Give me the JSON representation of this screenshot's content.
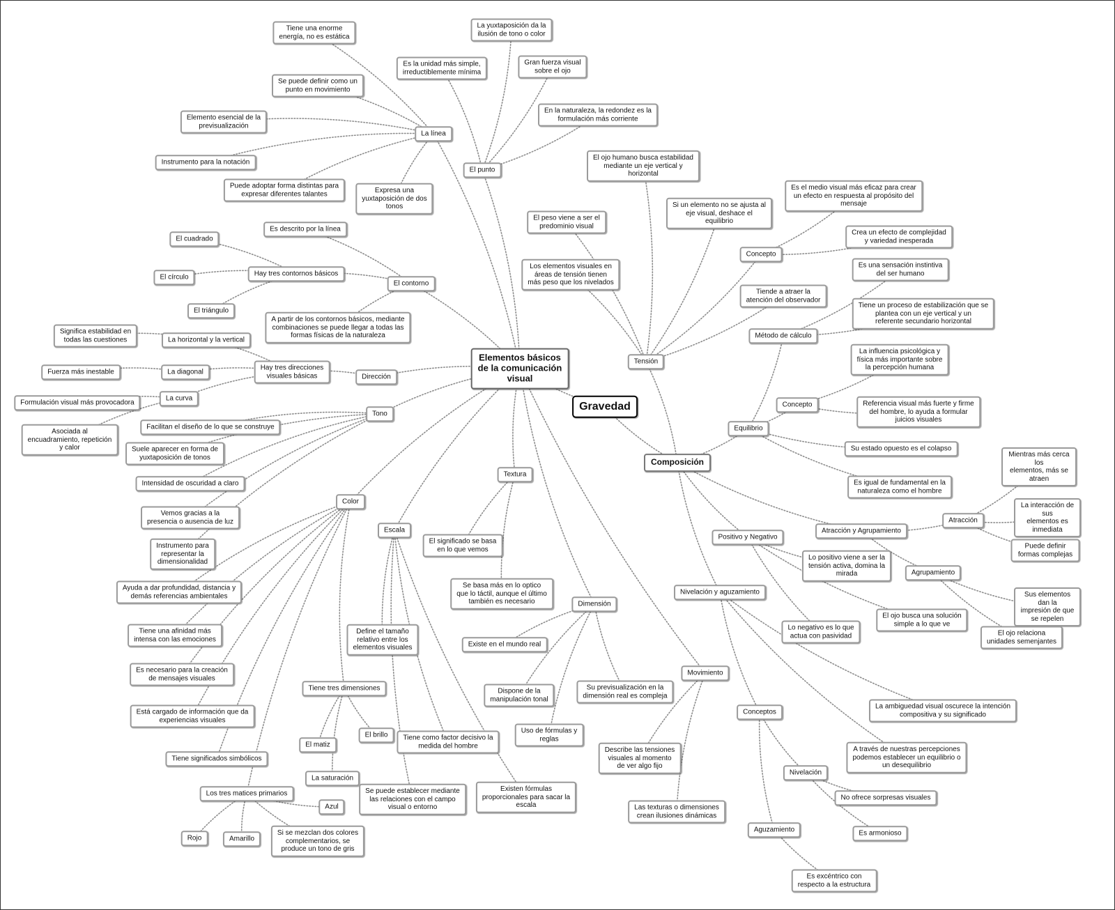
{
  "diagram": {
    "nodes": [
      {
        "id": "center",
        "text": "Elementos básicos\nde la comunicación\nvisual",
        "kind": "center"
      },
      {
        "id": "gravedad",
        "text": "Gravedad",
        "kind": "gravedad"
      },
      {
        "id": "composicion",
        "text": "Composición",
        "kind": "main"
      },
      {
        "id": "linea",
        "text": "La línea"
      },
      {
        "id": "linea_1",
        "text": "Tiene una enorme\nenergía, no es estática"
      },
      {
        "id": "linea_2",
        "text": "Se puede definir como un\npunto en movimiento"
      },
      {
        "id": "linea_3",
        "text": "Elemento esencial de la\nprevisualización"
      },
      {
        "id": "linea_4",
        "text": "Instrumento para la notación"
      },
      {
        "id": "linea_5",
        "text": "Puede adoptar forma distintas para\nexpresar diferentes talantes"
      },
      {
        "id": "linea_6",
        "text": "Expresa una\nyuxtaposición de dos\ntonos"
      },
      {
        "id": "punto",
        "text": "El punto"
      },
      {
        "id": "punto_1",
        "text": "Es la unidad más simple,\nirreductiblemente mínima"
      },
      {
        "id": "punto_2",
        "text": "La yuxtaposición da la\nilusión de tono o color"
      },
      {
        "id": "punto_3",
        "text": "Gran fuerza visual\nsobre el ojo"
      },
      {
        "id": "punto_4",
        "text": "En la naturaleza, la redondez es la\nformulación más corriente"
      },
      {
        "id": "contorno",
        "text": "El contorno"
      },
      {
        "id": "contorno_1",
        "text": "Es descrito por la línea"
      },
      {
        "id": "contornos3",
        "text": "Hay tres contornos básicos"
      },
      {
        "id": "cuadrado",
        "text": "El cuadrado"
      },
      {
        "id": "circulo",
        "text": "El círculo"
      },
      {
        "id": "triangulo",
        "text": "El triángulo"
      },
      {
        "id": "contorno_2",
        "text": "A partir de los contornos básicos, mediante\ncombinaciones se puede llegar a todas las\nformas físicas de la naturaleza"
      },
      {
        "id": "direccion",
        "text": "Dirección"
      },
      {
        "id": "direcciones3",
        "text": "Hay tres direcciones\nvisuales básicas"
      },
      {
        "id": "horizontal",
        "text": "La horizontal y la vertical"
      },
      {
        "id": "horizontal_1",
        "text": "Significa estabilidad en\ntodas las cuestiones"
      },
      {
        "id": "diagonal",
        "text": "La diagonal"
      },
      {
        "id": "diagonal_1",
        "text": "Fuerza más inestable"
      },
      {
        "id": "curva",
        "text": "La curva"
      },
      {
        "id": "curva_1",
        "text": "Formulación visual más provocadora"
      },
      {
        "id": "curva_2",
        "text": "Asociada al\nencuadramiento, repetición\ny calor"
      },
      {
        "id": "tono",
        "text": "Tono"
      },
      {
        "id": "tono_1",
        "text": "Facilitan el diseño de lo que se construye"
      },
      {
        "id": "tono_2",
        "text": "Suele aparecer en forma de\nyuxtaposición de tonos"
      },
      {
        "id": "tono_3",
        "text": "Intensidad de oscuridad a claro"
      },
      {
        "id": "tono_4",
        "text": "Vemos gracias a la\npresencia o ausencia de luz"
      },
      {
        "id": "tono_5",
        "text": "Instrumento para\nrepresentar la\ndimensionalidad"
      },
      {
        "id": "color",
        "text": "Color"
      },
      {
        "id": "color_1",
        "text": "Ayuda a dar profundidad, distancia y\ndemás referencias ambientales"
      },
      {
        "id": "color_2",
        "text": "Tiene una afinidad más\nintensa con las emociones"
      },
      {
        "id": "color_3",
        "text": "Es necesario para la creación\nde mensajes visuales"
      },
      {
        "id": "color_4",
        "text": "Está cargado de información que da\nexperiencias visuales"
      },
      {
        "id": "color_5",
        "text": "Tiene significados simbólicos"
      },
      {
        "id": "dimensiones3",
        "text": "Tiene tres dimensiones"
      },
      {
        "id": "matiz",
        "text": "El matiz"
      },
      {
        "id": "saturacion",
        "text": "La saturación"
      },
      {
        "id": "brillo",
        "text": "El brillo"
      },
      {
        "id": "matices3",
        "text": "Los tres matices primarios"
      },
      {
        "id": "rojo",
        "text": "Rojo"
      },
      {
        "id": "amarillo",
        "text": "Amarillo"
      },
      {
        "id": "azul",
        "text": "Azul"
      },
      {
        "id": "matices_1",
        "text": "Si se mezclan dos colores\ncomplementarios, se\nproduce un tono de gris"
      },
      {
        "id": "escala",
        "text": "Escala"
      },
      {
        "id": "escala_1",
        "text": "Define el tamaño\nrelativo entre los\nelementos visuales"
      },
      {
        "id": "escala_2",
        "text": "Tiene como factor decisivo la\nmedida del hombre"
      },
      {
        "id": "escala_3",
        "text": "Se puede establecer mediante\nlas relaciones con el campo\nvisual o entorno"
      },
      {
        "id": "escala_4",
        "text": "Existen fórmulas\nproporcionales para sacar la\nescala"
      },
      {
        "id": "textura",
        "text": "Textura"
      },
      {
        "id": "textura_1",
        "text": "El significado se basa\nen lo que vemos"
      },
      {
        "id": "textura_2",
        "text": "Se basa más en lo optico\nque lo táctil, aunque el último\ntambién es necesario"
      },
      {
        "id": "dimension",
        "text": "Dimensión"
      },
      {
        "id": "dimension_1",
        "text": "Existe en el mundo real"
      },
      {
        "id": "dimension_2",
        "text": "Dispone de la\nmanipulación tonal"
      },
      {
        "id": "dimension_3",
        "text": "Uso de fórmulas y\nreglas"
      },
      {
        "id": "dimension_4",
        "text": "Su previsualización en la\ndimensión real es compleja"
      },
      {
        "id": "movimiento",
        "text": "Movimiento"
      },
      {
        "id": "movimiento_1",
        "text": "Describe las tensiones\nvisuales al momento\nde ver algo fijo"
      },
      {
        "id": "movimiento_2",
        "text": "Las texturas o dimensiones\ncrean ilusiones dinámicas"
      },
      {
        "id": "tension",
        "text": "Tensión"
      },
      {
        "id": "tension_1",
        "text": "El ojo humano busca estabilidad\nmediante un eje vertical y\nhorizontal"
      },
      {
        "id": "tension_2",
        "text": "Si un elemento no se ajusta al\neje visual, deshace el\nequilibrio"
      },
      {
        "id": "tension_3",
        "text": "El peso viene a ser el\npredominio visual"
      },
      {
        "id": "tension_4",
        "text": "Los elementos visuales en\náreas de tensión tienen\nmás peso que los nivelados"
      },
      {
        "id": "tension_5",
        "text": "Tiende a atraer la\natención del observador"
      },
      {
        "id": "concepto_t",
        "text": "Concepto"
      },
      {
        "id": "concepto_t1",
        "text": "Es el medio visual más eficaz para crear\nun efecto en respuesta al propósito del\nmensaje"
      },
      {
        "id": "concepto_t2",
        "text": "Crea un efecto de complejidad\ny variedad inesperada"
      },
      {
        "id": "equilibrio",
        "text": "Equilibrio"
      },
      {
        "id": "metodo",
        "text": "Método de cálculo"
      },
      {
        "id": "metodo_1",
        "text": "Es una sensación instintiva\ndel ser humano"
      },
      {
        "id": "metodo_2",
        "text": "Tiene un proceso de estabilización que se\nplantea con un eje vertical y un\nreferente secundario horizontal"
      },
      {
        "id": "concepto_e",
        "text": "Concepto"
      },
      {
        "id": "concepto_e1",
        "text": "La influencia psicológica y\nfísica más importante sobre\nla percepción humana"
      },
      {
        "id": "concepto_e2",
        "text": "Referencia visual más fuerte y firme\ndel hombre, lo ayuda a formular\njuicios visuales"
      },
      {
        "id": "equilibrio_1",
        "text": "Su estado opuesto es el colapso"
      },
      {
        "id": "equilibrio_2",
        "text": "Es igual de fundamental en la\nnaturaleza como el hombre"
      },
      {
        "id": "atraccion_agr",
        "text": "Atracción y Agrupamiento"
      },
      {
        "id": "atraccion",
        "text": "Atracción"
      },
      {
        "id": "atraccion_1",
        "text": "Mientras más cerca los\nelementos, más se\natraen"
      },
      {
        "id": "atraccion_2",
        "text": "La interacción de sus\nelementos es inmediata"
      },
      {
        "id": "atraccion_3",
        "text": "Puede definir formas complejas"
      },
      {
        "id": "agrupamiento",
        "text": "Agrupamiento"
      },
      {
        "id": "agrupamiento_1",
        "text": "Sus elementos dan la\nimpresión de que se repelen"
      },
      {
        "id": "agrupamiento_2",
        "text": "El ojo relaciona\nunidades semenjantes"
      },
      {
        "id": "posneg",
        "text": "Positivo y Negativo"
      },
      {
        "id": "posneg_1",
        "text": "Lo positivo viene a ser la\ntensión activa, domina la\nmirada"
      },
      {
        "id": "posneg_2",
        "text": "El ojo busca una solución\nsimple a lo que ve"
      },
      {
        "id": "posneg_3",
        "text": "Lo negativo es lo que\nactua con pasividad"
      },
      {
        "id": "nivelacion_ag",
        "text": "Nivelación y aguzamiento"
      },
      {
        "id": "nivel_1",
        "text": "La ambiguedad visual oscurece la intención\ncompositiva y su significado"
      },
      {
        "id": "nivel_2",
        "text": "A través de nuestras percepciones\npodemos establecer un equilibrio o\nun desequilibrio"
      },
      {
        "id": "conceptos",
        "text": "Conceptos"
      },
      {
        "id": "nivelacion",
        "text": "Nivelación"
      },
      {
        "id": "nivelacion_1",
        "text": "No ofrece sorpresas visuales"
      },
      {
        "id": "nivelacion_2",
        "text": "Es armonioso"
      },
      {
        "id": "aguzamiento",
        "text": "Aguzamiento"
      },
      {
        "id": "aguzamiento_1",
        "text": "Es excéntrico con\nrespecto a la estructura"
      }
    ]
  }
}
